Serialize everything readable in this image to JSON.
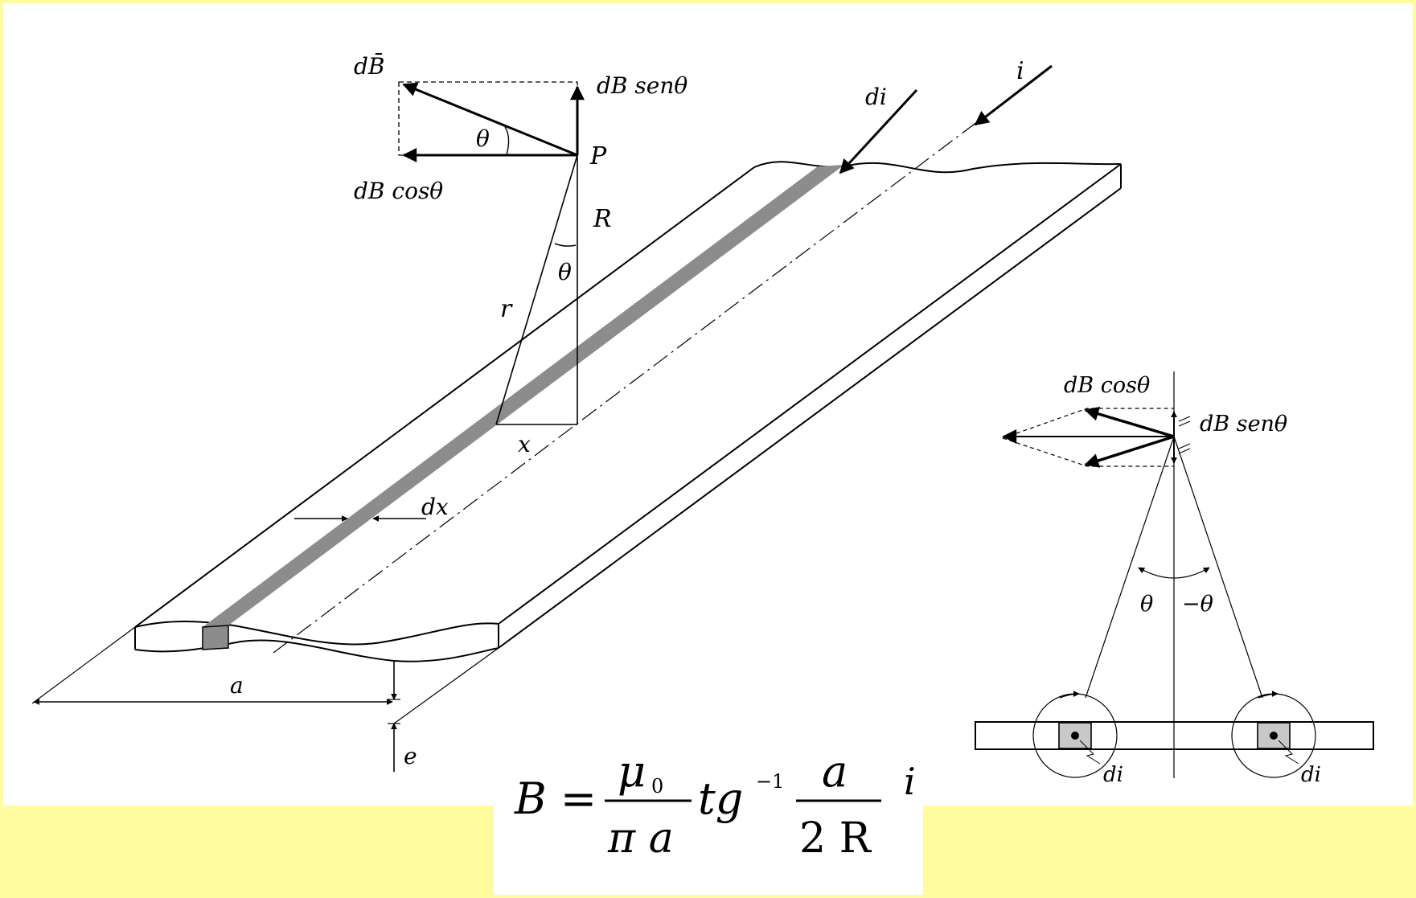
{
  "colors": {
    "background": "#fffca0",
    "panel": "#ffffff",
    "line": "#000000",
    "strip": "#8c8c8c",
    "highlight": "#c8c8c8"
  },
  "main_figure": {
    "label_dB": "dB̄",
    "label_dBsen": "dB senθ",
    "label_dBcos": "dB cosθ",
    "label_theta_top": "θ",
    "label_P": "P",
    "label_R": "R",
    "label_theta_mid": "θ",
    "label_r": "r",
    "label_x": "x",
    "label_dx": "dx",
    "label_di": "di",
    "label_i": "i",
    "label_a": "a",
    "label_e": "e"
  },
  "side_figure": {
    "label_dBcos": "dB cosθ",
    "label_dBsen": "dB senθ",
    "label_theta": "θ",
    "label_neg_theta": "−θ",
    "label_di_left": "di",
    "label_di_right": "di"
  },
  "formula": {
    "lhs": "B =",
    "mu": "μ",
    "mu_sub": "0",
    "den1": "π a",
    "func": "tg",
    "func_sup": "−1",
    "num2": "a",
    "den2": "2 R",
    "tail": "i"
  }
}
